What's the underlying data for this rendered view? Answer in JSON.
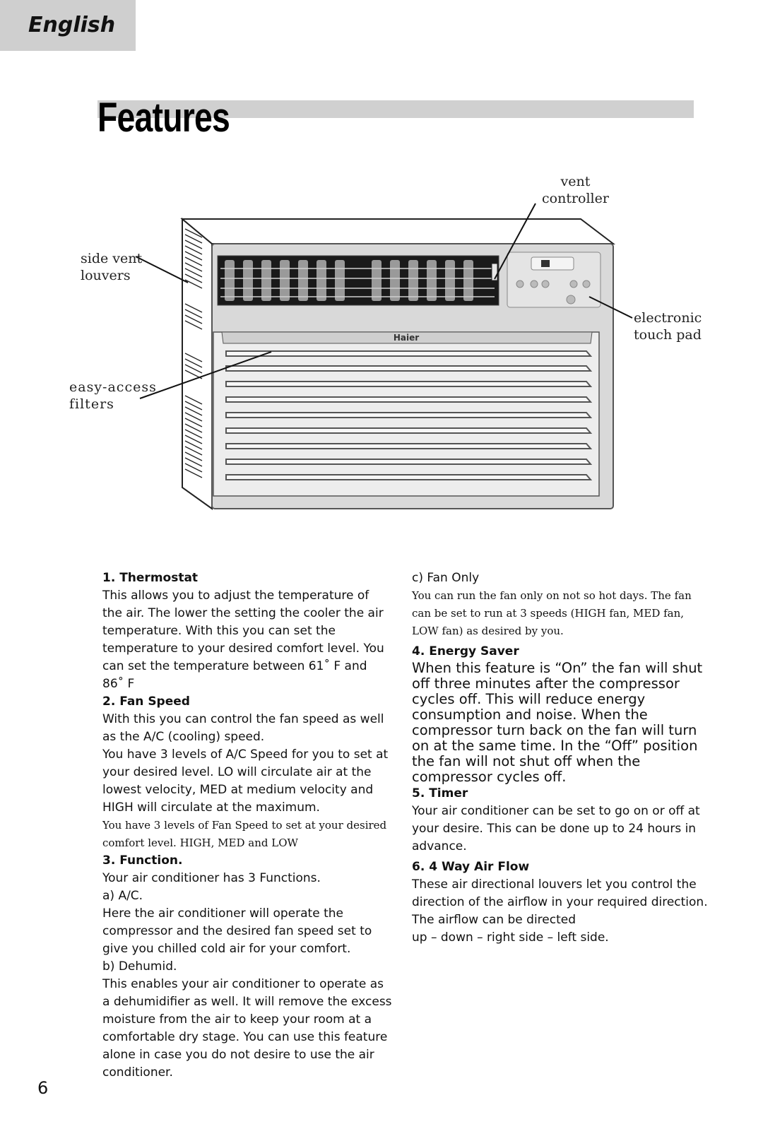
{
  "header": {
    "language_tab": "English",
    "title": "Features"
  },
  "diagram": {
    "callouts": {
      "vent_controller": "vent\ncontroller",
      "side_vent_louvers": "side vent\nlouvers",
      "electronic_touch_pad": "electronic\ntouch pad",
      "easy_access_filters": "easy-access\nfilters"
    },
    "brand": "Haier"
  },
  "sections": {
    "thermostat": {
      "heading": "1. Thermostat",
      "text": "This allows you to adjust the temperature of the air. The lower the setting the cooler the air temperature. With this you can set the temperature to your desired comfort level. You can set the temperature between 61˚ F and 86˚ F"
    },
    "fan_speed": {
      "heading": "2. Fan Speed",
      "text1": "With this you can control the fan speed as well as the A/C (cooling) speed.",
      "text2": "You have 3 levels of A/C Speed for you to set at your desired level. LO will circulate air at the lowest velocity, MED at medium velocity and HIGH will circulate at the maximum.",
      "text3": "You have 3 levels of Fan Speed to set at your desired comfort level. HIGH, MED and LOW"
    },
    "function": {
      "heading": "3. Function.",
      "intro": "Your air conditioner has 3 Functions.",
      "a_label": "a) A/C.",
      "a_text": "Here the air conditioner will operate the compressor and the desired fan speed set to give you chilled cold air for your comfort.",
      "b_label": "b) Dehumid.",
      "b_text": "This enables your air conditioner to operate as a dehumidifier as well. It will remove the excess moisture from the air to keep your room at a comfortable dry stage. You can use this feature alone in case you do not desire to use the air conditioner.",
      "c_label": "c) Fan Only",
      "c_text": "You can run the fan only on not so hot days. The fan can be set to run at 3 speeds (HIGH fan, MED fan, LOW fan) as desired by you."
    },
    "energy_saver": {
      "heading": "4. Energy Saver",
      "text": "When this feature is “On” the fan will shut off three minutes after the compressor cycles off. This will reduce energy consumption and noise. When the compressor turn back on the fan will turn on at the same time. In the “Off” position the fan will not shut off when the compressor cycles off."
    },
    "timer": {
      "heading": "5. Timer",
      "text": "Your air conditioner can be set to go on or off at your desire. This can be done up to 24 hours in advance."
    },
    "air_flow": {
      "heading": "6. 4 Way Air Flow",
      "text": "These air directional louvers let you control the direction of the airflow in your required direction. The airflow can be directed",
      "directions": "up – down – right side – left side."
    }
  },
  "footer": {
    "page_number": "6"
  }
}
